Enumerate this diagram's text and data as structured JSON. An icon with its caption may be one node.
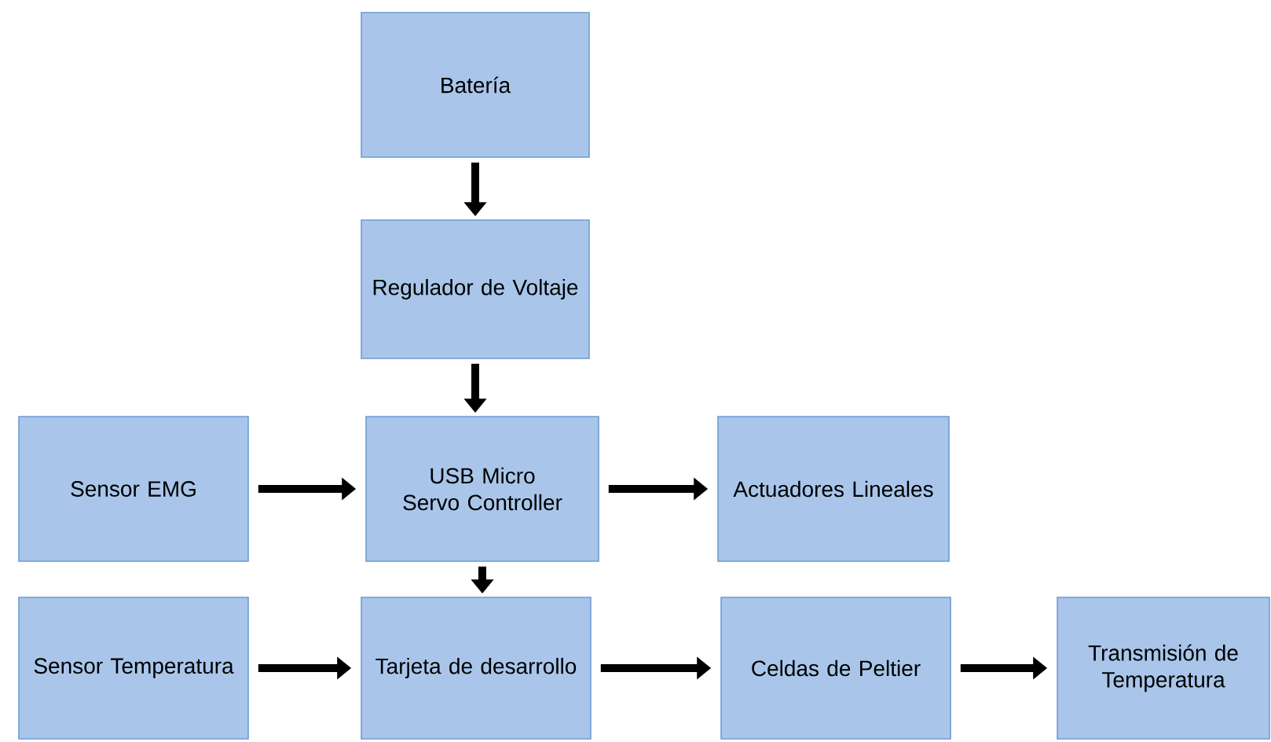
{
  "diagram": {
    "nodes": [
      {
        "text": [
          "Batería"
        ]
      },
      {
        "text": [
          "Regulador de Voltaje"
        ]
      },
      {
        "text": [
          "Sensor EMG"
        ]
      },
      {
        "text": [
          "USB Micro Servo Controller"
        ]
      },
      {
        "text": [
          "Actuadores Lineales"
        ]
      },
      {
        "text": [
          "Sensor Temperatura"
        ]
      },
      {
        "text": [
          "Tarjeta de desarrollo"
        ]
      },
      {
        "text": [
          "Celdas de Peltier"
        ]
      },
      {
        "text": [
          "Transmisión de Temperatura"
        ]
      }
    ],
    "edges": [
      {
        "from": 0,
        "to": 1,
        "arrow": "to"
      },
      {
        "from": 1,
        "to": 3,
        "arrow": "to"
      },
      {
        "from": 2,
        "to": 3,
        "arrow": "to"
      },
      {
        "from": 3,
        "to": 4,
        "arrow": "to"
      },
      {
        "from": 3,
        "to": 6,
        "arrow": "to"
      },
      {
        "from": 5,
        "to": 6,
        "arrow": "to"
      },
      {
        "from": 6,
        "to": 7,
        "arrow": "to"
      },
      {
        "from": 7,
        "to": 8,
        "arrow": "to"
      }
    ]
  }
}
